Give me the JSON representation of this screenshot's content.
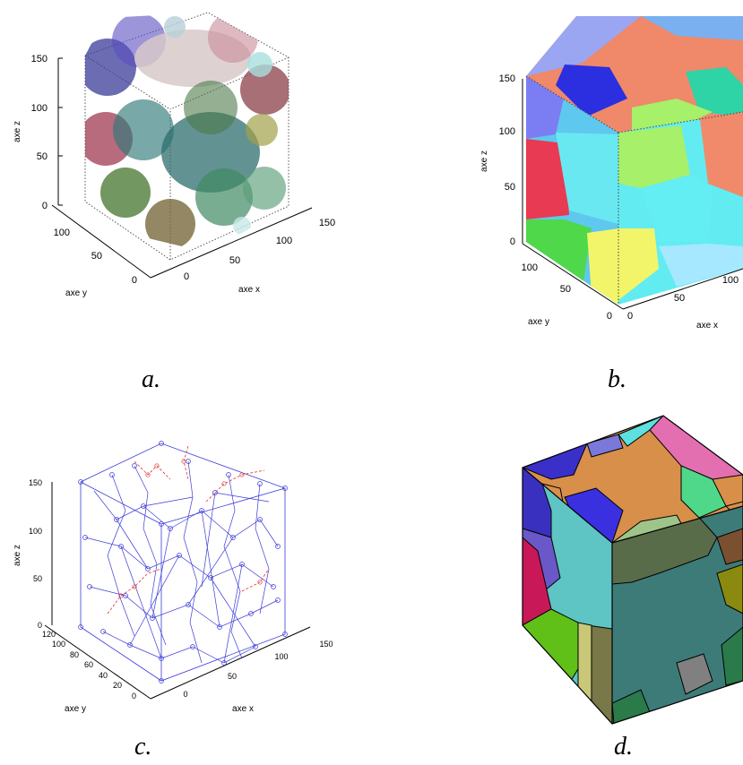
{
  "panels": {
    "a": {
      "caption": "a.",
      "axes": {
        "z_label": "axe z",
        "y_label": "axe y",
        "x_label": "axe x",
        "z_ticks": [
          "0",
          "50",
          "100",
          "150"
        ],
        "y_ticks": [
          "0",
          "50",
          "100"
        ],
        "x_ticks": [
          "0",
          "50",
          "100",
          "150"
        ]
      }
    },
    "b": {
      "caption": "b.",
      "axes": {
        "z_label": "axe z",
        "y_label": "axe y",
        "x_label": "axe x",
        "z_ticks": [
          "0",
          "50",
          "100",
          "150"
        ],
        "y_ticks": [
          "0",
          "50",
          "100"
        ],
        "x_ticks": [
          "0",
          "50",
          "100"
        ]
      }
    },
    "c": {
      "caption": "c.",
      "axes": {
        "z_label": "axe z",
        "y_label": "axe y",
        "x_label": "axe x",
        "z_ticks": [
          "0",
          "50",
          "100",
          "150"
        ],
        "y_ticks": [
          "0",
          "20",
          "40",
          "60",
          "80",
          "100",
          "120"
        ],
        "x_ticks": [
          "0",
          "50",
          "100",
          "150"
        ]
      }
    },
    "d": {
      "caption": "d."
    }
  },
  "colors": {
    "graph_edge": "#3b3bd9",
    "graph_highlight": "#e23030",
    "frame_line": "#555555"
  }
}
